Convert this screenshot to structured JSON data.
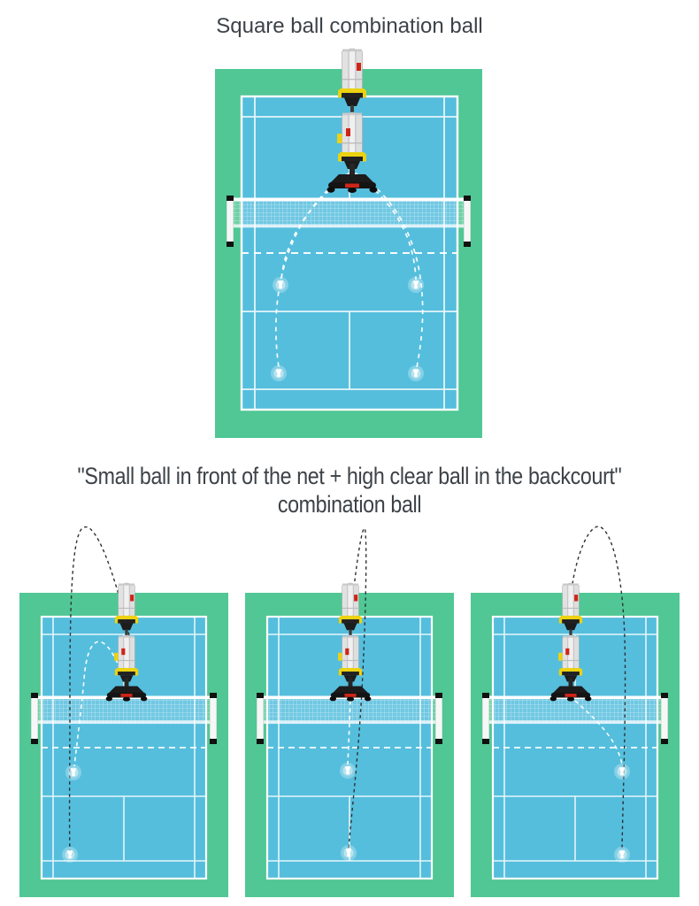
{
  "page": {
    "section1_title": "Square ball combination ball",
    "section2_title_line1": "\"Small ball in front of the net + high clear ball in the backcourt\"",
    "section2_title_line2": "combination ball"
  },
  "colors": {
    "background": "#ffffff",
    "title_text": "#3d4247",
    "mat_green": "#50c794",
    "court_blue": "#55bedd",
    "court_line": "#ffffff",
    "trajectory_dark": "#2c3136",
    "trajectory_light": "#ffffff",
    "machine_body": "#e9e9e9",
    "machine_yellow": "#ecd211",
    "machine_black": "#1c1c1c",
    "machine_red": "#cf2418"
  },
  "diagrams": {
    "square_combo": {
      "name": "square-ball-combination",
      "machine": "badminton-ball-machine",
      "landing_points": [
        "front-left",
        "front-right",
        "back-left",
        "back-right"
      ]
    },
    "net_clear_combo": [
      {
        "name": "left-line-combo",
        "landing_points": [
          "net-front-left",
          "backcourt-left"
        ]
      },
      {
        "name": "center-line-combo",
        "landing_points": [
          "net-front-center",
          "backcourt-center"
        ]
      },
      {
        "name": "right-line-combo",
        "landing_points": [
          "net-front-right",
          "backcourt-right"
        ]
      }
    ]
  }
}
